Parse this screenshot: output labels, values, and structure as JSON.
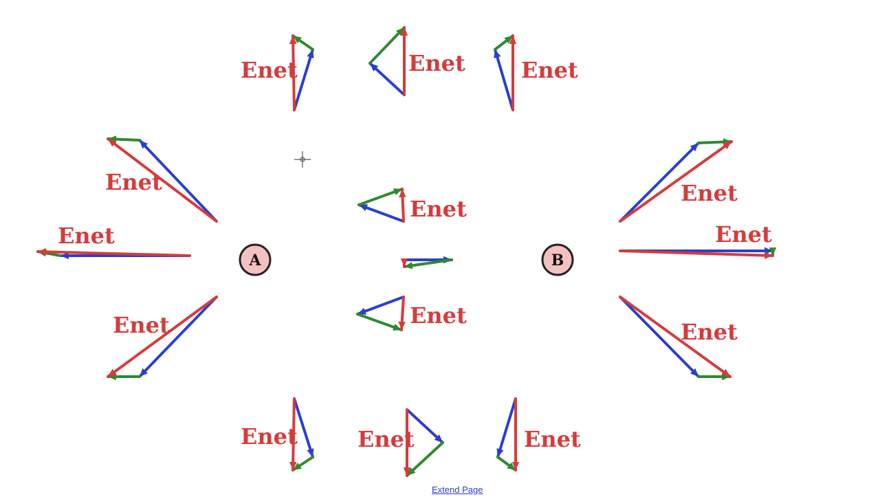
{
  "colors": {
    "net_field": "#d63b3b",
    "field_from_a": "#2a3fcf",
    "field_from_b": "#2f8a2f",
    "charge_fill": "#f4c0c0",
    "charge_stroke": "#222222",
    "link": "#2a3fcf"
  },
  "labels": {
    "net_field": "Enet"
  },
  "charges": {
    "a": {
      "label": "A"
    },
    "b": {
      "label": "B"
    }
  },
  "footer": {
    "extend_page": "Extend Page"
  }
}
